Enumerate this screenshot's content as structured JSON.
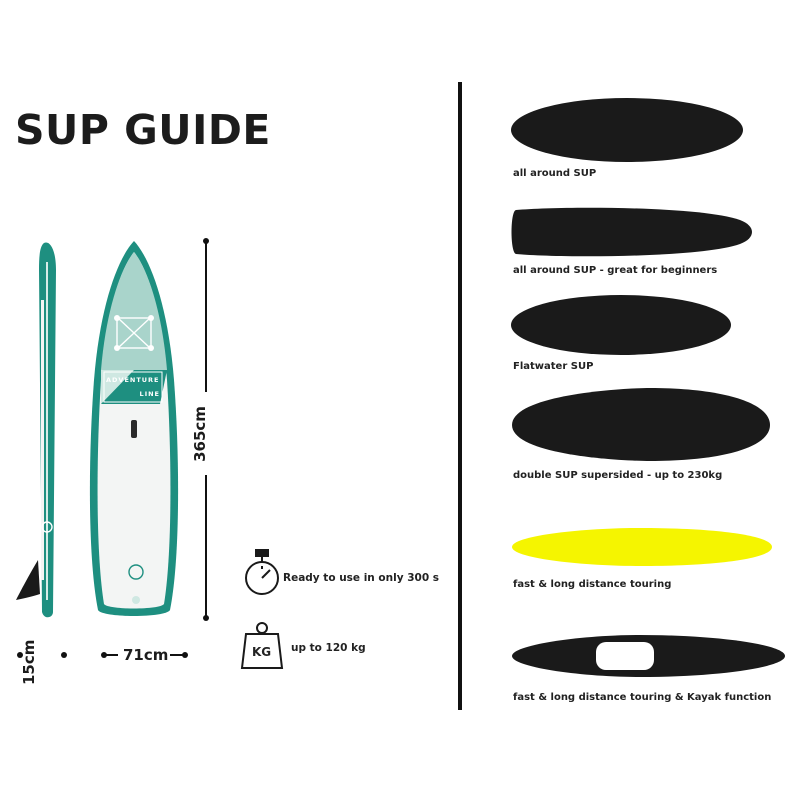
{
  "title": "SUP GUIDE",
  "board": {
    "brand_line1": "ADVENTURE",
    "brand_line2": "LINE",
    "accent_color": "#1e8f80",
    "length_label": "365cm",
    "width_label": "71cm",
    "thickness_label": "15cm"
  },
  "features": [
    {
      "icon": "stopwatch-icon",
      "text": "Ready to use in only 300 s"
    },
    {
      "icon": "weight-icon",
      "text": "up to 120 kg",
      "icon_text": "KG"
    }
  ],
  "shapes": [
    {
      "label": "all around SUP",
      "color": "#1a1a1a"
    },
    {
      "label": "all around SUP - great for beginners",
      "color": "#1a1a1a"
    },
    {
      "label": "Flatwater SUP",
      "color": "#1a1a1a"
    },
    {
      "label": "double SUP supersided - up to 230kg",
      "color": "#1a1a1a"
    },
    {
      "label": "fast & long distance touring",
      "color": "#f5f500"
    },
    {
      "label": "fast & long distance touring & Kayak function",
      "color": "#1a1a1a"
    }
  ]
}
